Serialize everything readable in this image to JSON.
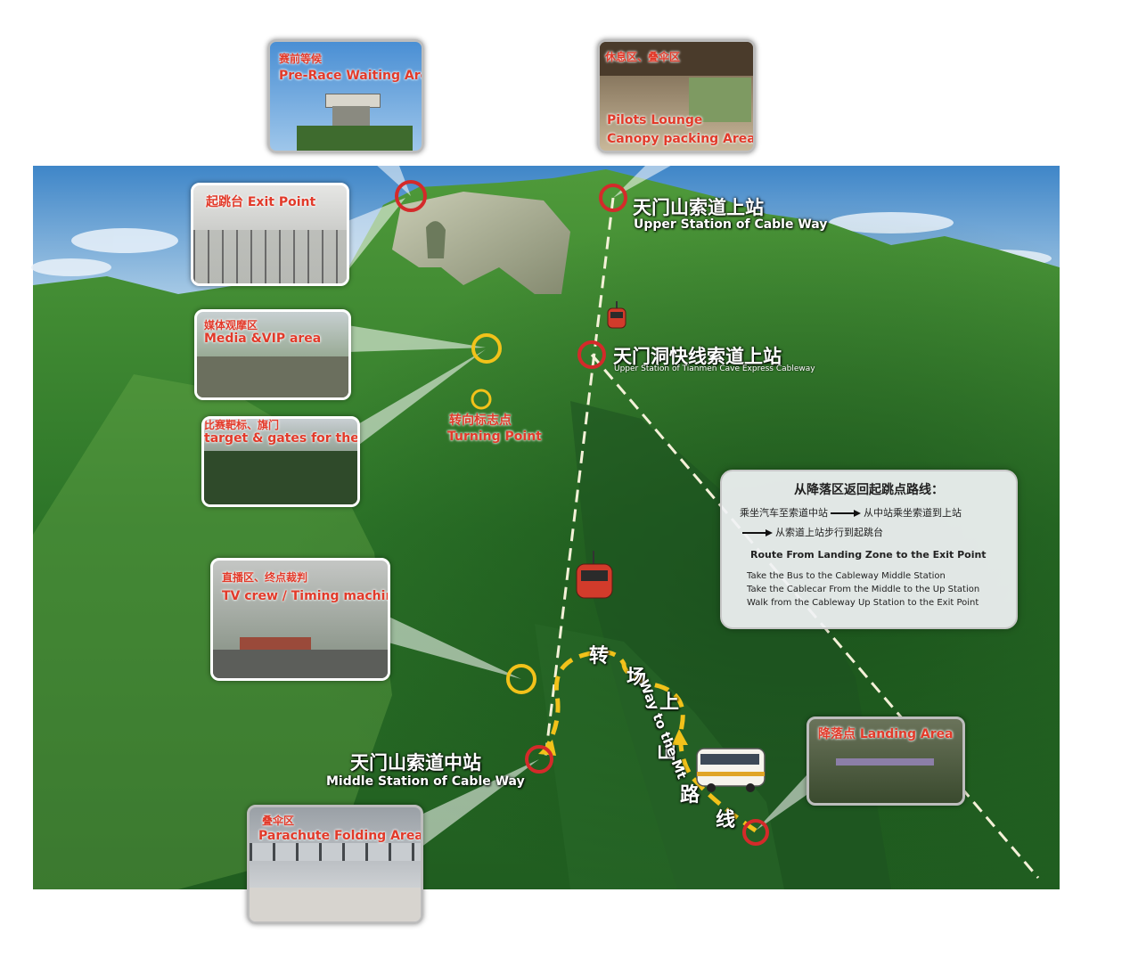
{
  "stations": {
    "upper": {
      "cn": "天门山索道上站",
      "en": "Upper Station of Cable Way"
    },
    "cave": {
      "cn": "天门洞快线索道上站",
      "en": "Upper Station of Tianmen Cave Express Cableway"
    },
    "middle": {
      "cn": "天门山索道中站",
      "en": "Middle Station of Cable Way"
    }
  },
  "turning_point": {
    "cn": "转向标志点",
    "en": "Turning Point"
  },
  "cards": {
    "pre_race": {
      "cn": "赛前等候",
      "en": "Pre-Race Waiting Area"
    },
    "lounge": {
      "cn": "休息区、叠伞区",
      "en1": "Pilots Lounge",
      "en2": "Canopy packing Area"
    },
    "exit_point": {
      "text": "起跳台 Exit Point"
    },
    "media": {
      "cn": "媒体观摩区",
      "en": "Media &VIP area"
    },
    "target": {
      "cn": "比赛靶标、旗门",
      "en": "target & gates for the race"
    },
    "tv": {
      "cn": "直播区、终点裁判",
      "en": "TV crew / Timing machine"
    },
    "landing": {
      "text": "降落点 Landing Area"
    },
    "folding": {
      "cn": "叠伞区",
      "en": "Parachute Folding Area"
    }
  },
  "road": {
    "chars": [
      "转",
      "场",
      "上",
      "山",
      "路",
      "线"
    ],
    "en": "Way to the Mt"
  },
  "route_box": {
    "title_cn": "从降落区返回起跳点路线：",
    "line1_a": "乘坐汽车至索道中站",
    "line1_b": "从中站乘坐索道到上站",
    "line2": "从索道上站步行到起跳台",
    "title_en": "Route From Landing Zone to the Exit Point",
    "en1": "Take the Bus to the Cableway Middle Station",
    "en2": "Take the Cablecar From the Middle to the Up Station",
    "en3": "Walk from the Cableway Up Station to the Exit Point"
  },
  "colors": {
    "red_marker": "#d42a2a",
    "yellow_marker": "#f2c21a",
    "caption_red": "#e23a2a",
    "mountain_green": "#2f7a2a"
  }
}
